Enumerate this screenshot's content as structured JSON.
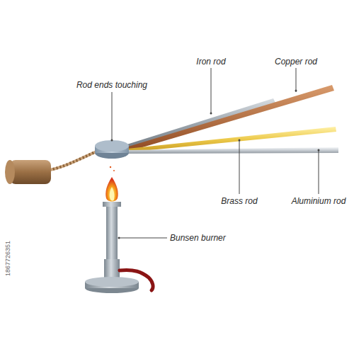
{
  "diagram": {
    "labels": [
      "Iron rod",
      "Copper rod",
      "Rod ends touching",
      "Brass rod",
      "Aluminium rod",
      "Bunsen burner",
      "1867726351"
    ]
  }
}
